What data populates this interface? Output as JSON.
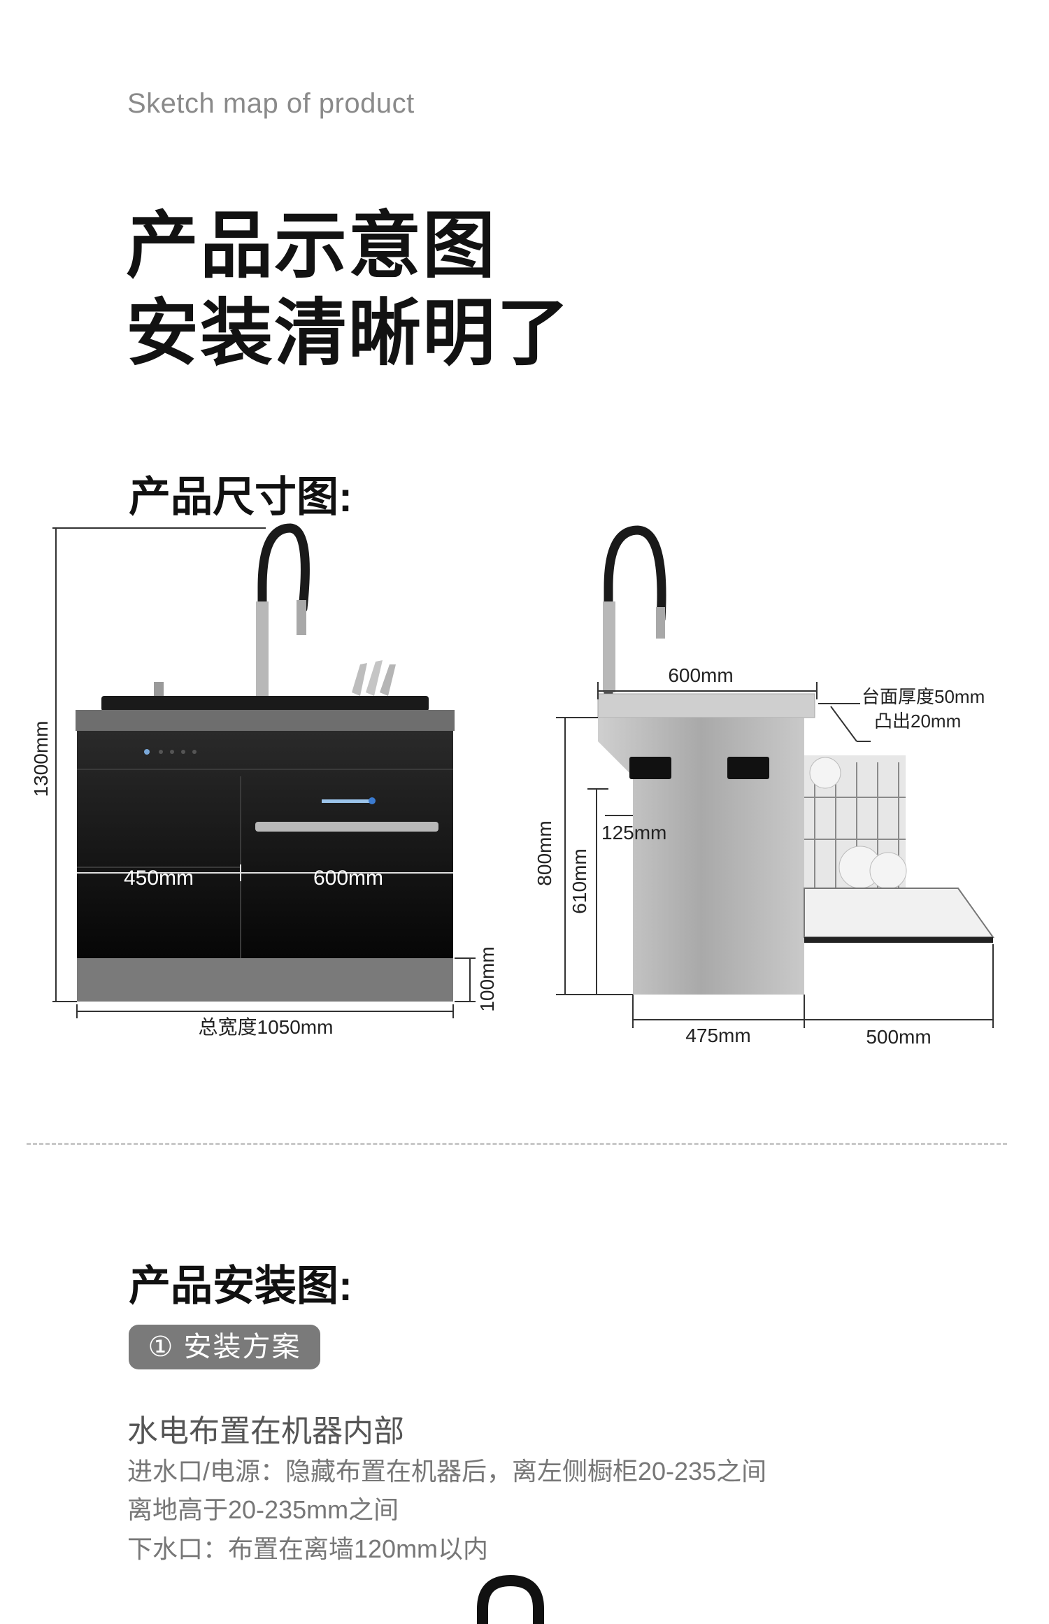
{
  "header": {
    "subtitle": "Sketch map of product",
    "headline_line1": "产品示意图",
    "headline_line2": "安装清晰明了"
  },
  "section_dimensions": {
    "title": "产品尺寸图:",
    "front_view": {
      "height_total": "1300mm",
      "width_left": "450mm",
      "width_right": "600mm",
      "base_height": "100mm",
      "total_width": "总宽度1050mm"
    },
    "side_view": {
      "top_width": "600mm",
      "counter_thickness": "台面厚度50mm",
      "overhang": "凸出20mm",
      "height_outer": "800mm",
      "height_inner": "610mm",
      "offset": "125mm",
      "depth_cabinet": "475mm",
      "depth_door": "500mm"
    }
  },
  "section_install": {
    "title": "产品安装图:",
    "badge": "① 安装方案",
    "heading": "水电布置在机器内部",
    "lines": [
      "进水口/电源：隐藏布置在机器后，离左侧橱柜20-235之间",
      "离地高于20-235mm之间",
      "下水口：布置在离墙120mm以内"
    ]
  }
}
